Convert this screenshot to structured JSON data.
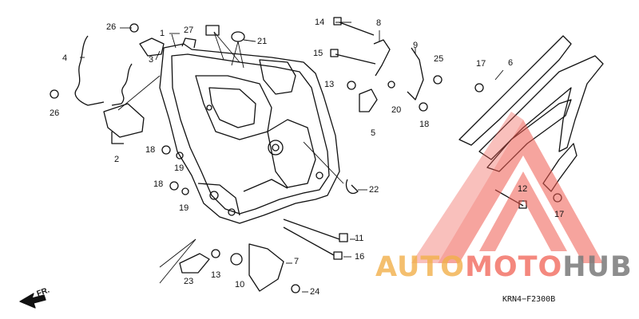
{
  "callouts": {
    "c1": "1",
    "c2": "2",
    "c3": "3",
    "c4": "4",
    "c5": "5",
    "c6": "6",
    "c7": "7",
    "c8": "8",
    "c9": "9",
    "c10": "10",
    "c11": "11",
    "c12": "12",
    "c13a": "13",
    "c13b": "13",
    "c14": "14",
    "c15": "15",
    "c16": "16",
    "c17a": "17",
    "c17b": "17",
    "c18a": "18",
    "c18b": "18",
    "c18c": "18",
    "c19a": "19",
    "c19b": "19",
    "c20": "20",
    "c21": "21",
    "c22": "22",
    "c23": "23",
    "c24": "24",
    "c25": "25",
    "c26a": "26",
    "c26b": "26",
    "c27": "27"
  },
  "direction_label": "FR.",
  "diagram_code": "KRN4−F2300B",
  "watermark": {
    "part1": "AUTO",
    "part2": "MOTO",
    "part3": "HUB",
    "colors": {
      "auto": "#f2b04a",
      "moto": "#f26b5e",
      "hub": "#7a7a7a",
      "triangle": "#f05a50"
    }
  }
}
